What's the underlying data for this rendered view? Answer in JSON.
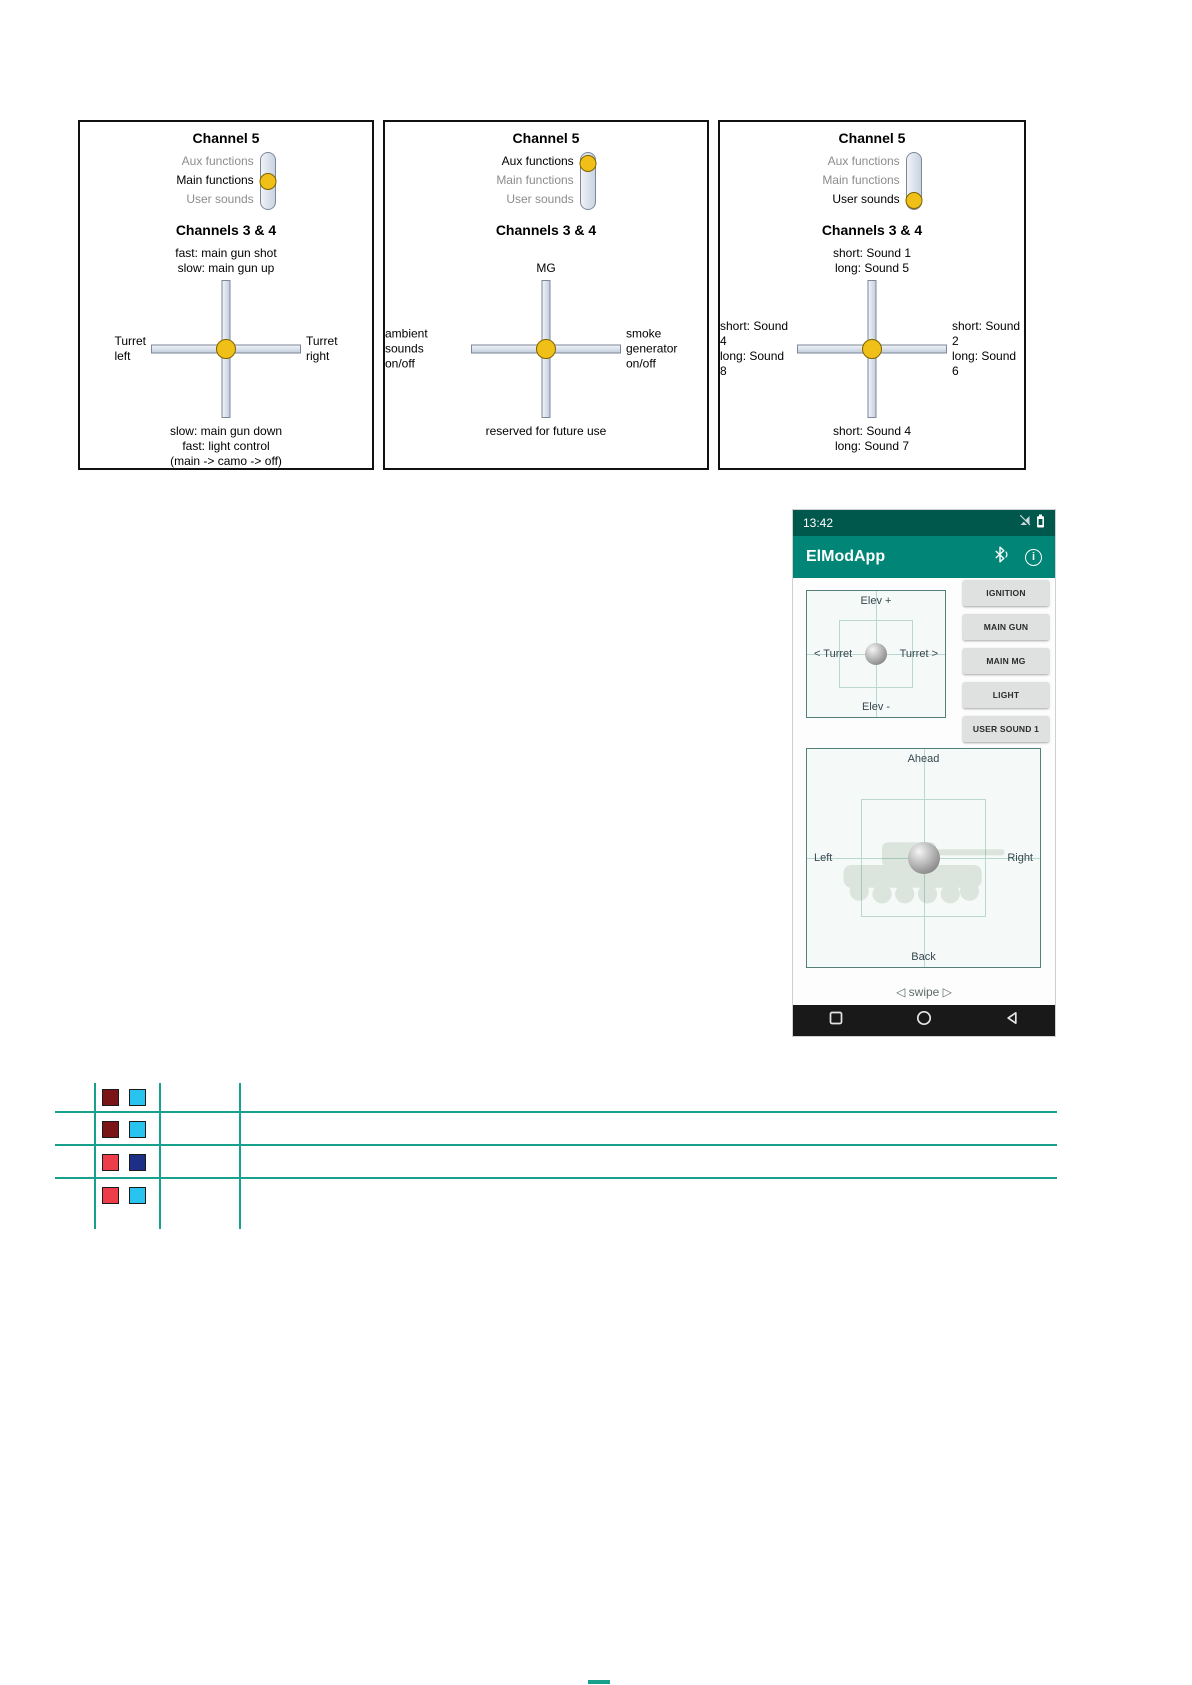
{
  "diagrams": [
    {
      "channel5_title": "Channel 5",
      "slider_labels": [
        "Aux functions",
        "Main functions",
        "User sounds"
      ],
      "active_label": "Main functions",
      "channels34_title": "Channels 3 & 4",
      "top_label": "fast: main gun shot\nslow: main gun up",
      "left_label": "Turret\nleft",
      "right_label": "Turret\nright",
      "bottom_label": "slow: main gun down\nfast: light control\n(main -> camo -> off)"
    },
    {
      "channel5_title": "Channel 5",
      "slider_labels": [
        "Aux functions",
        "Main functions",
        "User sounds"
      ],
      "active_label": "Aux functions",
      "channels34_title": "Channels 3 & 4",
      "top_label": "MG",
      "left_label": "ambient sounds\non/off",
      "right_label": "smoke generator\non/off",
      "bottom_label": "reserved for future use"
    },
    {
      "channel5_title": "Channel 5",
      "slider_labels": [
        "Aux functions",
        "Main functions",
        "User sounds"
      ],
      "active_label": "User sounds",
      "channels34_title": "Channels 3 & 4",
      "top_label": "short: Sound 1\nlong: Sound 5",
      "left_label": "short: Sound 4\nlong: Sound 8",
      "right_label": "short: Sound 2\nlong: Sound 6",
      "bottom_label": "short: Sound 4\nlong: Sound 7"
    }
  ],
  "knob_color": "#f0c019",
  "phone": {
    "status_bar": {
      "time": "13:42",
      "icons": [
        "no-signal-icon",
        "battery-icon"
      ]
    },
    "app_bar": {
      "title": "ElModApp",
      "icons": [
        "bluetooth-icon",
        "info-icon"
      ],
      "info_glyph": "i"
    },
    "turret_pad": {
      "top": "Elev +",
      "left": "< Turret",
      "right": "Turret >",
      "bottom": "Elev -"
    },
    "buttons": [
      {
        "label": "IGNITION"
      },
      {
        "label": "MAIN GUN"
      },
      {
        "label": "MAIN MG"
      },
      {
        "label": "LIGHT"
      },
      {
        "label": "USER SOUND 1"
      }
    ],
    "drive_pad": {
      "top": "Ahead",
      "left": "Left",
      "right": "Right",
      "bottom": "Back"
    },
    "swipe_hint": "◁ swipe ▷",
    "nav_icons": [
      "recents-square-icon",
      "home-circle-icon",
      "back-triangle-icon"
    ],
    "colors": {
      "primary": "#008577",
      "primary_dark": "#00574B"
    }
  },
  "wiring_table": {
    "line_color": "#17a08b",
    "rows": [
      {
        "wire_colors": [
          "#7b1416",
          "#29c3ef"
        ]
      },
      {
        "wire_colors": [
          "#7b1416",
          "#29c3ef"
        ]
      },
      {
        "wire_colors": [
          "#ee3d4a",
          "#1d2e86"
        ]
      },
      {
        "wire_colors": [
          "#ee3d4a",
          "#29c3ef"
        ]
      }
    ]
  }
}
